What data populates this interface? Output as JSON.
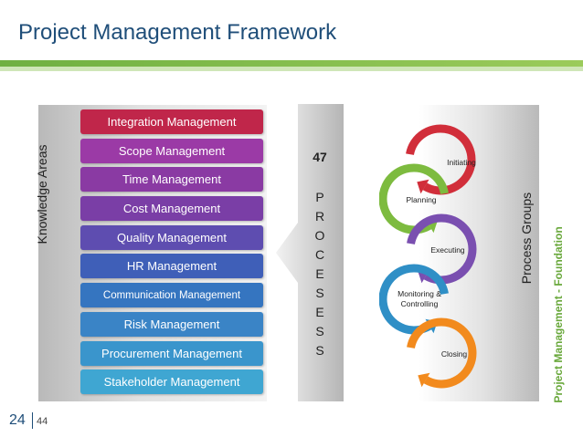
{
  "slide": {
    "title": "Project Management Framework",
    "page_number": "24",
    "page_total": "44",
    "brand_text": "Project Management - Foundation"
  },
  "knowledge_areas": {
    "label": "Knowledge Areas",
    "items": [
      {
        "label": "Integration Management",
        "color": "#c0264a"
      },
      {
        "label": "Scope Management",
        "color": "#9b3aa6"
      },
      {
        "label": "Time Management",
        "color": "#8a3aa3"
      },
      {
        "label": "Cost Management",
        "color": "#7a3ea6"
      },
      {
        "label": "Quality Management",
        "color": "#5e4db0"
      },
      {
        "label": "HR Management",
        "color": "#3f5fb8"
      },
      {
        "label": "Communication Management",
        "color": "#3575c0"
      },
      {
        "label": "Risk Management",
        "color": "#3a84c6"
      },
      {
        "label": "Procurement Management",
        "color": "#3a95cc"
      },
      {
        "label": "Stakeholder Management",
        "color": "#3fa6d2"
      }
    ]
  },
  "processes": {
    "count": "47",
    "letters": [
      "P",
      "R",
      "O",
      "C",
      "E",
      "S",
      "E",
      "S",
      "S"
    ]
  },
  "process_groups": {
    "label": "Process Groups",
    "items": [
      {
        "label": "Initiating",
        "color": "#d12e3a"
      },
      {
        "label": "Planning",
        "color": "#7dbb3f"
      },
      {
        "label": "Executing",
        "color": "#7a4fb0"
      },
      {
        "label": "Monitoring & Controlling",
        "color": "#2f8fc6"
      },
      {
        "label": "Closing",
        "color": "#f28a1d"
      }
    ]
  },
  "colors": {
    "title": "#1f4e79",
    "brand_green": "#69a83b"
  }
}
